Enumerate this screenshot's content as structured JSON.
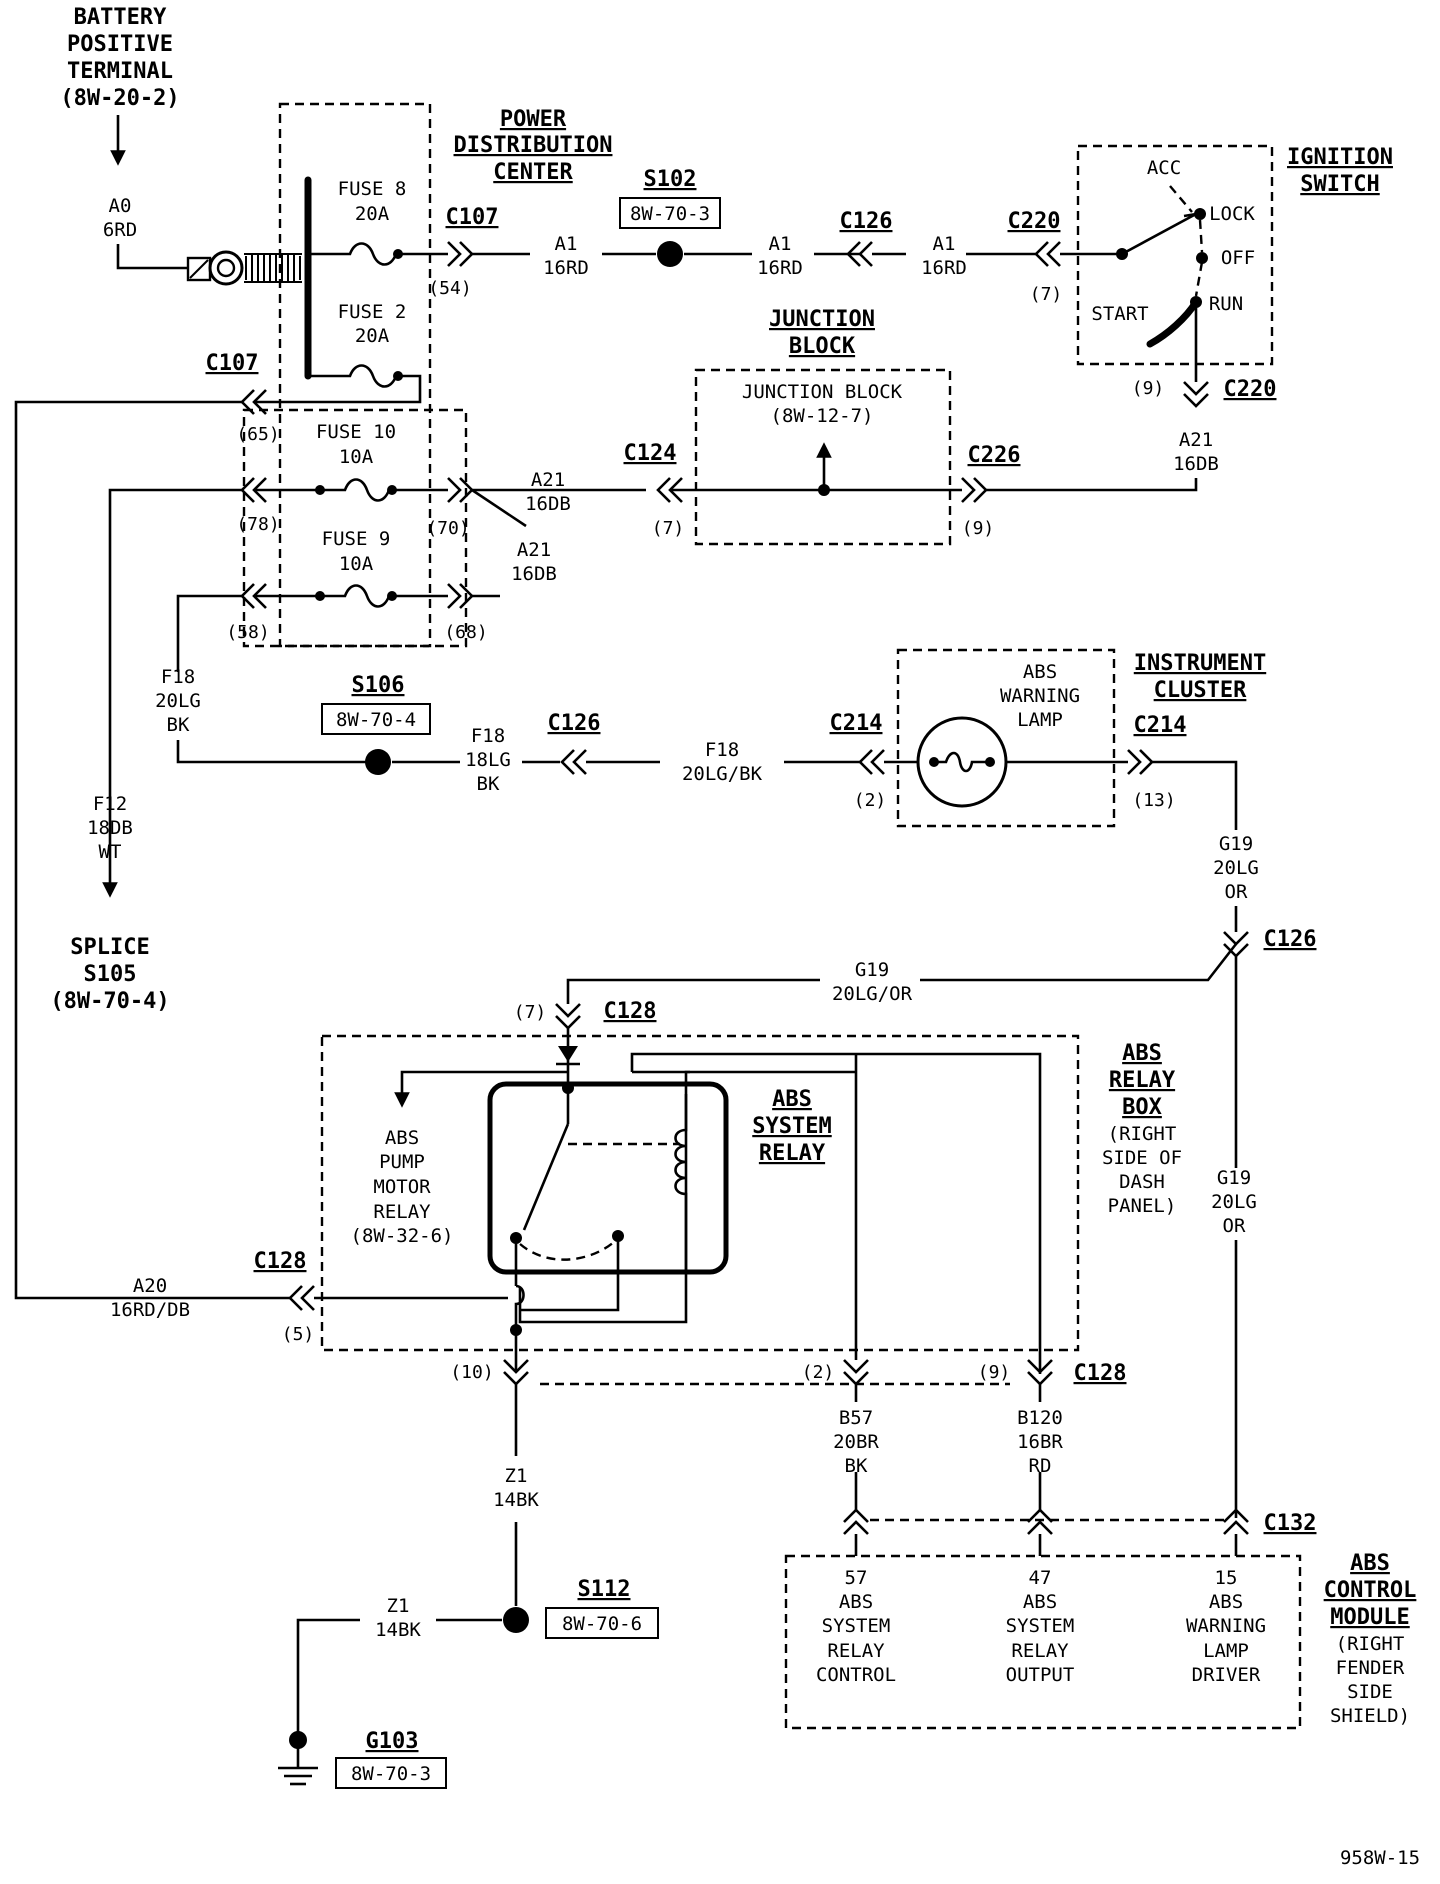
{
  "battery": {
    "line1": "BATTERY",
    "line2": "POSITIVE",
    "line3": "TERMINAL",
    "ref": "(8W-20-2)"
  },
  "wire_a0": {
    "code": "A0",
    "spec": "6RD"
  },
  "pdc": {
    "line1": "POWER",
    "line2": "DISTRIBUTION",
    "line3": "CENTER"
  },
  "fuse8": {
    "name": "FUSE 8",
    "rating": "20A"
  },
  "fuse2": {
    "name": "FUSE 2",
    "rating": "20A"
  },
  "fuse10": {
    "name": "FUSE 10",
    "rating": "10A"
  },
  "fuse9": {
    "name": "FUSE 9",
    "rating": "10A"
  },
  "pins": {
    "p54": "(54)",
    "p65": "(65)",
    "p78": "(78)",
    "p70": "(70)",
    "p58": "(58)",
    "p68": "(68)",
    "p7a": "(7)",
    "p7b": "(7)",
    "p9a": "(9)",
    "p9b": "(9)",
    "p2a": "(2)",
    "p13": "(13)",
    "p7c": "(7)",
    "p5": "(5)",
    "p10": "(10)",
    "p2b": "(2)",
    "p9c": "(9)"
  },
  "connectors": {
    "c107a": "C107",
    "c107b": "C107",
    "c126a": "C126",
    "c220a": "C220",
    "c220b": "C220",
    "c124": "C124",
    "c226": "C226",
    "c126b": "C126",
    "c214a": "C214",
    "c214b": "C214",
    "c126c": "C126",
    "c128a": "C128",
    "c128b": "C128",
    "c128c": "C128",
    "c132": "C132"
  },
  "s102": {
    "name": "S102",
    "ref": "8W-70-3"
  },
  "s106": {
    "name": "S106",
    "ref": "8W-70-4"
  },
  "s112": {
    "name": "S112",
    "ref": "8W-70-6"
  },
  "g103": {
    "name": "G103",
    "ref": "8W-70-3"
  },
  "wire_a1": {
    "code": "A1",
    "spec": "16RD"
  },
  "wire_a21": {
    "code": "A21",
    "spec": "16DB"
  },
  "ignition": {
    "title1": "IGNITION",
    "title2": "SWITCH",
    "acc": "ACC",
    "lock": "LOCK",
    "off": "OFF",
    "start": "START",
    "run": "RUN"
  },
  "junction": {
    "title1": "JUNCTION",
    "title2": "BLOCK",
    "inner1": "JUNCTION BLOCK",
    "inner2": "(8W-12-7)"
  },
  "wire_f18a": {
    "code": "F18",
    "spec": "20LG",
    "color2": "BK"
  },
  "wire_f18b": {
    "code": "F18",
    "spec": "18LG",
    "color2": "BK"
  },
  "wire_f18c": {
    "code": "F18",
    "spec": "20LG/BK"
  },
  "wire_f12": {
    "code": "F12",
    "spec": "18DB",
    "color2": "WT"
  },
  "splice": {
    "line1": "SPLICE",
    "line2": "S105",
    "line3": "(8W-70-4)"
  },
  "cluster": {
    "title1": "INSTRUMENT",
    "title2": "CLUSTER",
    "lamp1": "ABS",
    "lamp2": "WARNING",
    "lamp3": "LAMP"
  },
  "wire_g19a": {
    "code": "G19",
    "spec": "20LG",
    "color2": "OR"
  },
  "wire_g19b": {
    "code": "G19",
    "spec": "20LG/OR"
  },
  "wire_g19c": {
    "code": "G19",
    "spec": "20LG",
    "color2": "OR"
  },
  "relaybox": {
    "l1": "ABS",
    "l2": "RELAY",
    "l3": "BOX",
    "l4": "(RIGHT",
    "l5": "SIDE OF",
    "l6": "DASH",
    "l7": "PANEL)"
  },
  "sysrelay": {
    "l1": "ABS",
    "l2": "SYSTEM",
    "l3": "RELAY"
  },
  "pumprelay": {
    "l1": "ABS",
    "l2": "PUMP",
    "l3": "MOTOR",
    "l4": "RELAY",
    "l5": "(8W-32-6)"
  },
  "wire_a20": {
    "code": "A20",
    "spec": "16RD/DB"
  },
  "wire_b57": {
    "code": "B57",
    "spec": "20BR",
    "color2": "BK"
  },
  "wire_b120": {
    "code": "B120",
    "spec": "16BR",
    "color2": "RD"
  },
  "wire_z1a": {
    "code": "Z1",
    "spec": "14BK"
  },
  "wire_z1b": {
    "code": "Z1",
    "spec": "14BK"
  },
  "module": {
    "l1": "ABS",
    "l2": "CONTROL",
    "l3": "MODULE",
    "l4": "(RIGHT",
    "l5": "FENDER",
    "l6": "SIDE",
    "l7": "SHIELD)"
  },
  "pin57": {
    "n": "57",
    "l1": "ABS",
    "l2": "SYSTEM",
    "l3": "RELAY",
    "l4": "CONTROL"
  },
  "pin47": {
    "n": "47",
    "l1": "ABS",
    "l2": "SYSTEM",
    "l3": "RELAY",
    "l4": "OUTPUT"
  },
  "pin15": {
    "n": "15",
    "l1": "ABS",
    "l2": "WARNING",
    "l3": "LAMP",
    "l4": "DRIVER"
  },
  "fig": "958W-15"
}
